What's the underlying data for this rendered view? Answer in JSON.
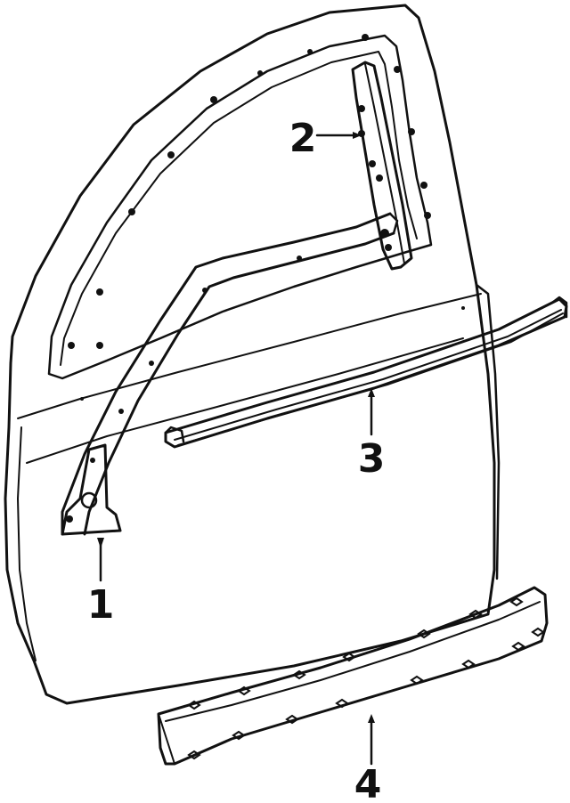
{
  "diagram": {
    "callouts": [
      {
        "id": "1",
        "label": "1",
        "part": "door-frame-molding"
      },
      {
        "id": "2",
        "label": "2",
        "part": "rear-pillar-trim"
      },
      {
        "id": "3",
        "label": "3",
        "part": "belt-weatherstrip"
      },
      {
        "id": "4",
        "label": "4",
        "part": "lower-body-side-molding"
      }
    ],
    "colors": {
      "ink": "#111111",
      "paper": "#ffffff"
    }
  }
}
